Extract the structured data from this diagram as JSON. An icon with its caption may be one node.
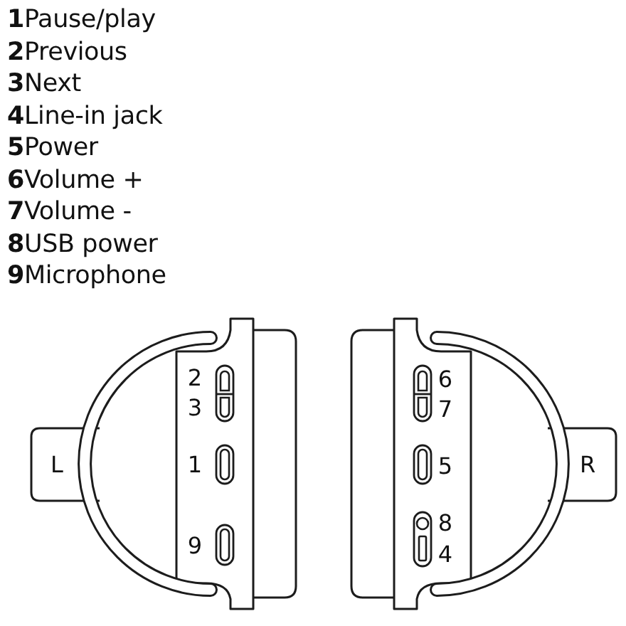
{
  "diagram": {
    "labels": [
      "**1**Pause/play",
      "**2**Previous",
      "**3**Next",
      "**4**Line-in jack",
      "**5**Power",
      "**6**Volume +",
      "**7**Volume -",
      "**8**USB power",
      "**9**Microphone",
      "2",
      "3",
      "L",
      "1",
      "9",
      "6",
      "7",
      "5",
      "R",
      "8",
      "4"
    ]
  }
}
